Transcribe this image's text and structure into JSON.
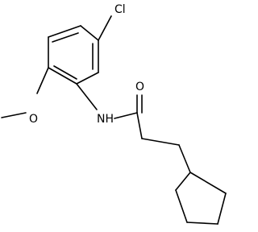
{
  "structure": {
    "atoms": {
      "chlorine": "Cl",
      "amide_nitrogen": "NH",
      "carbonyl_oxygen": "O",
      "ether_oxygen": "O"
    }
  },
  "colors": {
    "bond": "#000000",
    "label": "#000000",
    "background": "#ffffff"
  }
}
